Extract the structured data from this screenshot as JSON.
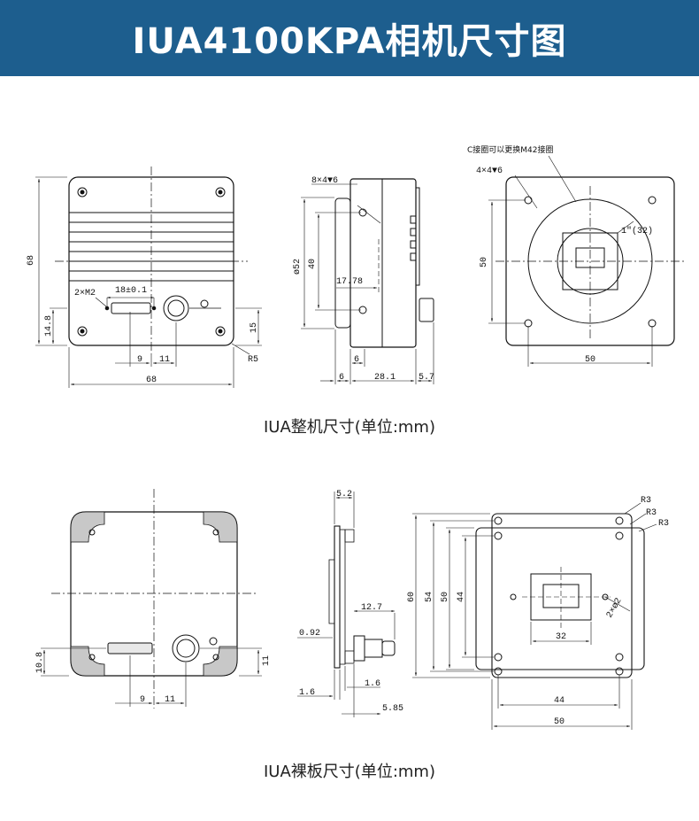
{
  "header": {
    "title": "IUA4100KPA相机尺寸图",
    "bg_color": "#1d5e8e"
  },
  "captions": {
    "complete_unit": "IUA整机尺寸(单位:mm)",
    "bare_board": "IUA裸板尺寸(单位:mm)"
  },
  "camera_front": {
    "width": "68",
    "height": "68",
    "hole_pitch_w": "18±0.1",
    "hole_label": "2×M2",
    "usb_offset": "9",
    "center_offset": "11",
    "bottom_height": "14.8",
    "right_height": "15",
    "radius": "R5"
  },
  "camera_side": {
    "holes": "8×4▼6",
    "diameter": "ø52",
    "height": "40",
    "offset": "17.78",
    "inner": "6",
    "depth_front": "6",
    "depth_body": "28.1",
    "depth_back": "5.7"
  },
  "camera_back": {
    "mount_note": "C接圈可以更换M42接圈",
    "holes": "4×4▼6",
    "sensor": "1\"(32)",
    "height": "50",
    "width": "50"
  },
  "board_front": {
    "height": "10.8",
    "right_height": "11",
    "usb_offset": "9",
    "center_offset": "11"
  },
  "board_side": {
    "top": "5.2",
    "connector": "12.7",
    "thickness": "0.92",
    "pcb": "1.6",
    "pcb2": "1.6",
    "depth": "5.85"
  },
  "board_back": {
    "r1": "R3",
    "r2": "R3",
    "r3": "R3",
    "h60": "60",
    "h54": "54",
    "h50": "50",
    "h44": "44",
    "holes": "2×ø2",
    "w32": "32",
    "w44": "44",
    "w50": "50"
  }
}
